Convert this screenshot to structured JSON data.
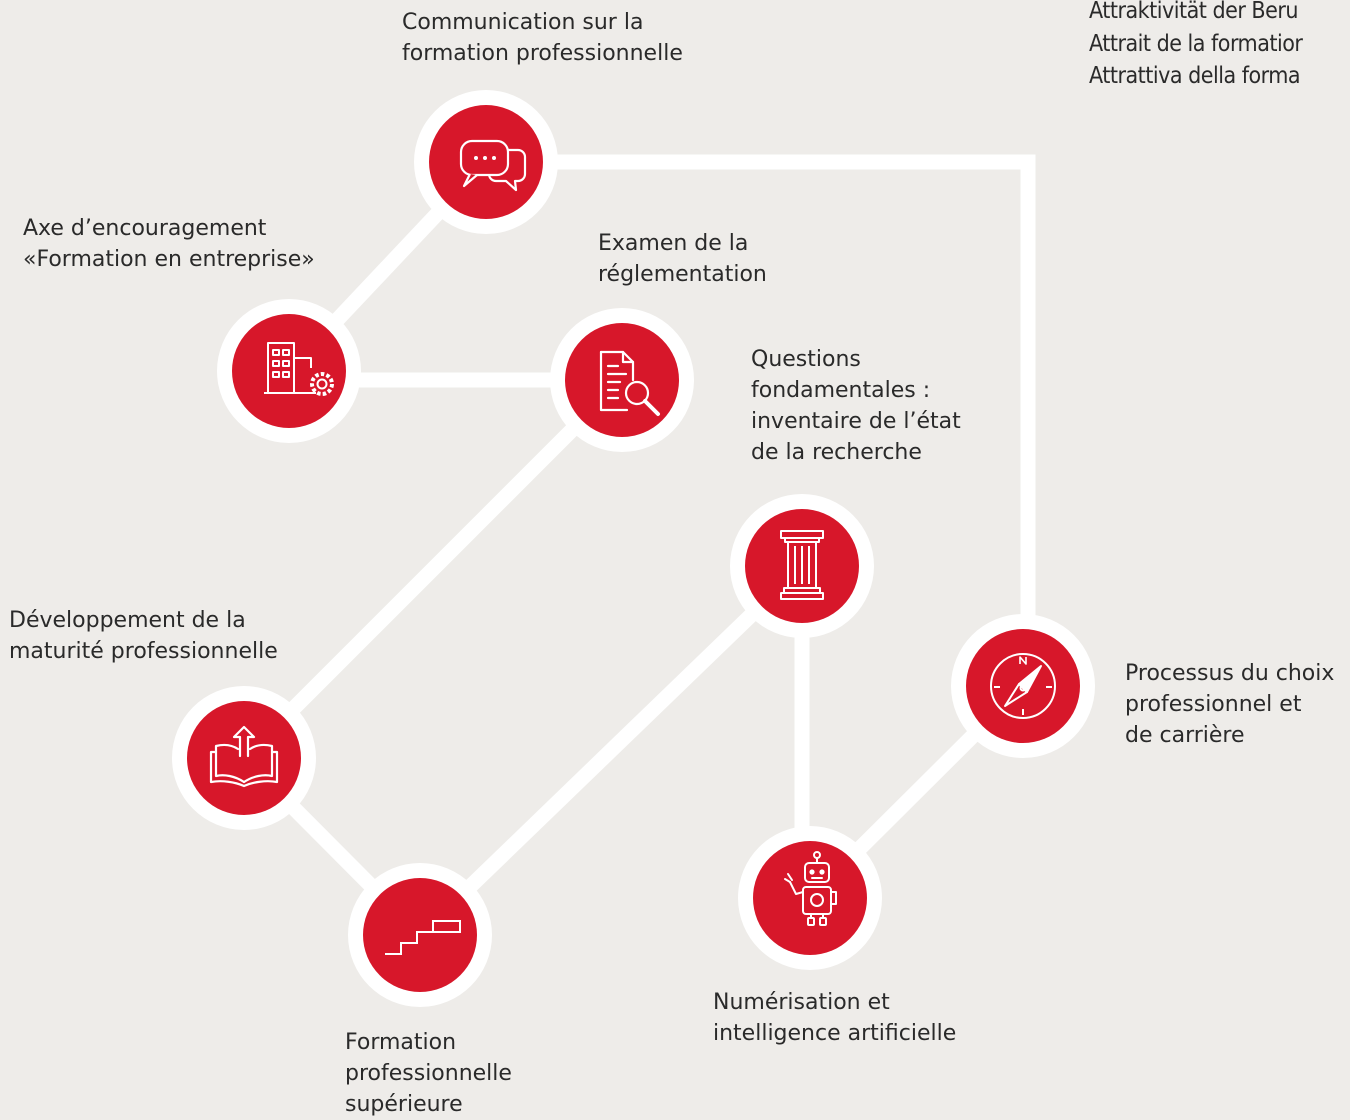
{
  "colors": {
    "background": "#eeece9",
    "node_fill": "#d7172a",
    "node_ring": "#ffffff",
    "connector": "#ffffff",
    "icon_stroke": "#ffffff",
    "text": "#2a2a2a"
  },
  "title_lines": [
    "Attraktivität der Beru",
    "Attrait de la formatior",
    "Attrattiva della forma"
  ],
  "nodes": {
    "communication": {
      "icon": "chat-bubbles-icon",
      "label_lines": [
        "Communication sur la",
        "formation professionnelle"
      ]
    },
    "encouragement": {
      "icon": "building-gear-icon",
      "label_lines": [
        "Axe d’encouragement",
        "«Formation en entreprise»"
      ]
    },
    "reglementation": {
      "icon": "document-search-icon",
      "label_lines": [
        "Examen de la",
        "réglementation"
      ]
    },
    "questions": {
      "icon": "pillar-icon",
      "label_lines": [
        "Questions",
        "fondamentales :",
        "inventaire de l’état",
        "de la recherche"
      ]
    },
    "maturite": {
      "icon": "open-book-arrow-icon",
      "label_lines": [
        "Développement de la",
        "maturité professionnelle"
      ]
    },
    "superieure": {
      "icon": "stairs-icon",
      "label_lines": [
        "Formation",
        "professionnelle",
        "supérieure"
      ]
    },
    "numerisation": {
      "icon": "robot-icon",
      "label_lines": [
        "Numérisation et",
        "intelligence artificielle"
      ]
    },
    "choix": {
      "icon": "compass-icon",
      "label_lines": [
        "Processus du choix",
        "professionnel et",
        "de carrière"
      ]
    }
  }
}
